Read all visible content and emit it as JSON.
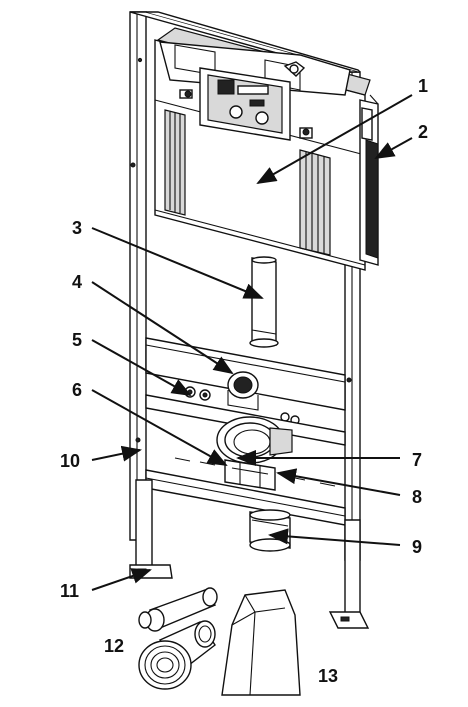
{
  "labels": [
    {
      "id": "1",
      "text": "1"
    },
    {
      "id": "2",
      "text": "2"
    },
    {
      "id": "3",
      "text": "3"
    },
    {
      "id": "4",
      "text": "4"
    },
    {
      "id": "5",
      "text": "5"
    },
    {
      "id": "6",
      "text": "6"
    },
    {
      "id": "7",
      "text": "7"
    },
    {
      "id": "8",
      "text": "8"
    },
    {
      "id": "9",
      "text": "9"
    },
    {
      "id": "10",
      "text": "10"
    },
    {
      "id": "11",
      "text": "11"
    },
    {
      "id": "12",
      "text": "12"
    },
    {
      "id": "13",
      "text": "13"
    }
  ],
  "colors": {
    "ink": "#111111",
    "background": "#ffffff",
    "shade": "#d9d9d9"
  }
}
